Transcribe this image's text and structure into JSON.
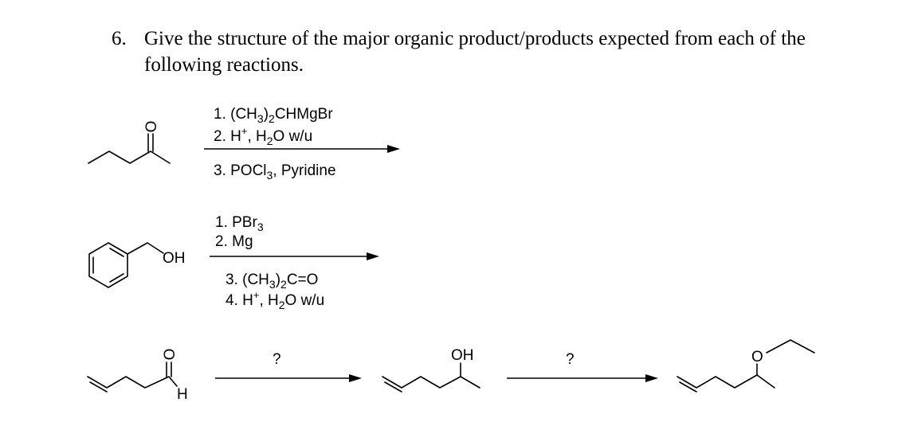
{
  "question": {
    "number": "6.",
    "line1": "Give the structure of the major organic product/products expected from each of the",
    "line2": "following reactions."
  },
  "reaction1": {
    "atoms": {
      "oxygen": "O"
    },
    "conditions": [
      {
        "num": "1.",
        "parts": [
          "(CH",
          "3",
          ")",
          "2",
          "CHMgBr"
        ],
        "kinds": [
          "t",
          "sub",
          "t",
          "sub",
          "t"
        ]
      },
      {
        "num": "2.",
        "parts": [
          "H",
          "+",
          ", H",
          "2",
          "O w/u"
        ],
        "kinds": [
          "t",
          "sup",
          "t",
          "sub",
          "t"
        ]
      },
      {
        "num": "3.",
        "parts": [
          "POCl",
          "3",
          ", Pyridine"
        ],
        "kinds": [
          "t",
          "sub",
          "t"
        ]
      }
    ]
  },
  "reaction2": {
    "atoms": {
      "hydroxyl": "OH"
    },
    "conditions": [
      {
        "num": "1.",
        "parts": [
          "PBr",
          "3"
        ],
        "kinds": [
          "t",
          "sub"
        ]
      },
      {
        "num": "2.",
        "parts": [
          "Mg"
        ],
        "kinds": [
          "t"
        ]
      },
      {
        "num": "3.",
        "parts": [
          "(CH",
          "3",
          ")",
          "2",
          "C=O"
        ],
        "kinds": [
          "t",
          "sub",
          "t",
          "sub",
          "t"
        ]
      },
      {
        "num": "4.",
        "parts": [
          "H",
          "+",
          ", H",
          "2",
          "O w/u"
        ],
        "kinds": [
          "t",
          "sup",
          "t",
          "sub",
          "t"
        ]
      }
    ]
  },
  "reaction3": {
    "atoms": {
      "oxygen": "O",
      "hydrogen": "H",
      "hydroxyl": "OH",
      "ether_oxygen": "O"
    },
    "reagent1": "?",
    "reagent2": "?"
  }
}
